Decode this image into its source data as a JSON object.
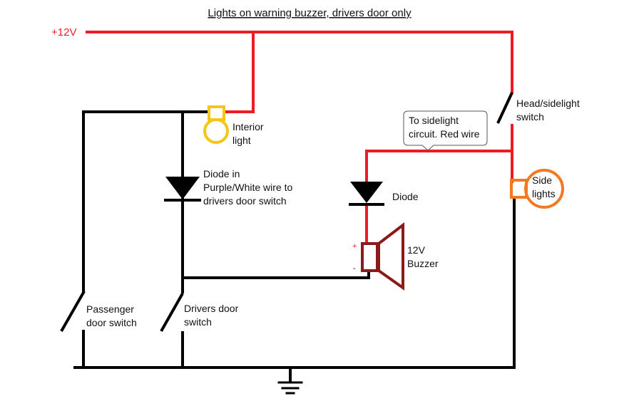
{
  "title": "Lights on warning buzzer, drivers door only",
  "supply_label": "+12V",
  "colors": {
    "positive_wire": "#ed1c24",
    "ground_wire": "#000000",
    "interior_bulb": "#f5c518",
    "side_lamp": "#f47920",
    "buzzer": "#8b1a1a"
  },
  "components": {
    "interior_light": [
      "Interior",
      "light"
    ],
    "diode_purple_white": [
      "Diode in",
      "Purple/White wire to",
      "drivers door switch"
    ],
    "diode": "Diode",
    "buzzer": [
      "12V",
      "Buzzer"
    ],
    "buzzer_plus": "+",
    "buzzer_minus": "-",
    "headlight_switch": [
      "Head/sidelight",
      "switch"
    ],
    "side_lights": [
      "Side",
      "lights"
    ],
    "passenger_switch": [
      "Passenger",
      "door switch"
    ],
    "drivers_switch": [
      "Drivers door",
      "switch"
    ]
  },
  "callout": [
    "To sidelight",
    "circuit. Red wire"
  ],
  "icons": {
    "ground": "ground-symbol-icon",
    "diode": "diode-icon",
    "bulb": "bulb-icon",
    "speaker": "speaker-icon"
  }
}
